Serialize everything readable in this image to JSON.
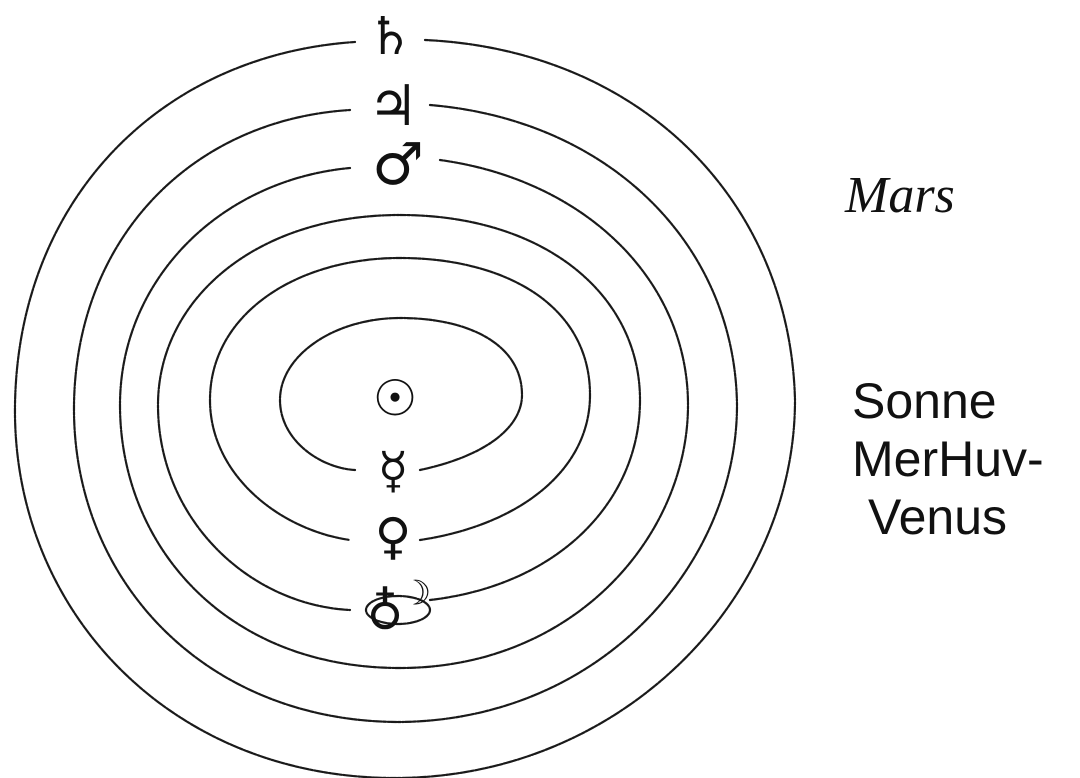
{
  "diagram": {
    "center_symbol": "☉",
    "symbols": {
      "saturn": "♄",
      "jupiter": "♃",
      "mars": "♂",
      "mercury": "☿",
      "venus": "♀",
      "earth": "♁",
      "moon": "☽"
    }
  },
  "labels": {
    "mars": "Mars",
    "sonne": "Sonne",
    "merhuv": "MerHuv-",
    "venus": "Venus"
  }
}
